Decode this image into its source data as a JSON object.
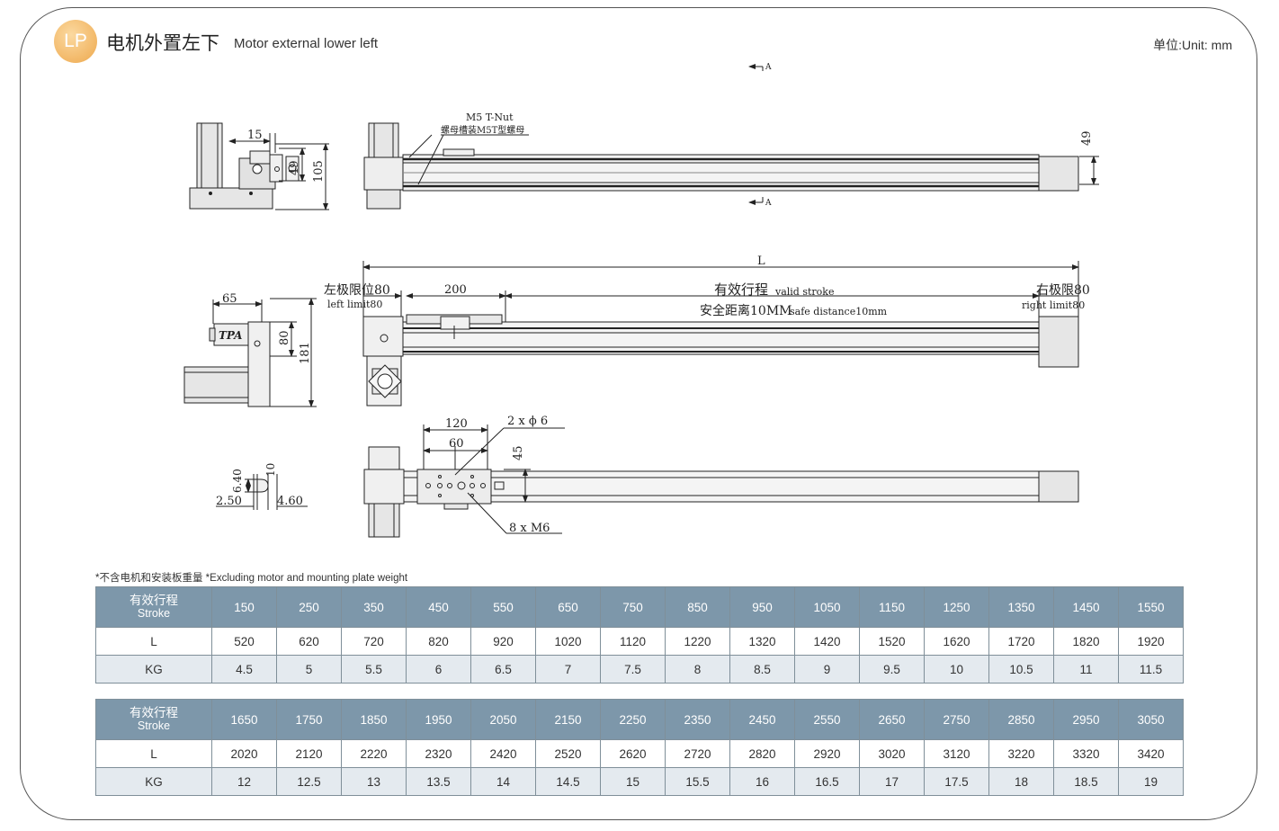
{
  "header": {
    "badge": "LP",
    "title_cn": "电机外置左下",
    "title_en": "Motor external  lower left",
    "unit": "单位:Unit: mm"
  },
  "drawing": {
    "section_marker": "A",
    "tnut_label": "M5 T-Nut",
    "tnut_label_cn": "螺母槽装M5T型螺母",
    "dim_15": "15",
    "dim_49": "49",
    "dim_105": "105",
    "dim_49_right": "49",
    "dim_L": "L",
    "left_limit_cn": "左极限位80",
    "left_limit_en": "left limit80",
    "dim_200": "200",
    "valid_stroke_cn": "有效行程",
    "valid_stroke_en": "valid stroke",
    "safe_distance_cn": "安全距离10MM",
    "safe_distance_en": "safe distance10mm",
    "right_limit_cn": "右极限80",
    "right_limit_en": "right limit80",
    "dim_65": "65",
    "dim_80": "80",
    "dim_181": "181",
    "logo_text": "TPA",
    "dim_120": "120",
    "dim_60": "60",
    "dim_45": "45",
    "holes_label": "2 x ϕ 6",
    "thread_label": "8 x M6",
    "slot_6_40": "6.40",
    "slot_10": "10",
    "slot_2_50": "2.50",
    "slot_4_60": "4.60"
  },
  "note": "*不含电机和安装板重量  *Excluding motor and mounting plate weight",
  "tables": [
    {
      "header_cn": "有效行程",
      "header_en": "Stroke",
      "row_L_label": "L",
      "row_KG_label": "KG",
      "stroke": [
        "150",
        "250",
        "350",
        "450",
        "550",
        "650",
        "750",
        "850",
        "950",
        "1050",
        "1150",
        "1250",
        "1350",
        "1450",
        "1550"
      ],
      "L": [
        "520",
        "620",
        "720",
        "820",
        "920",
        "1020",
        "1120",
        "1220",
        "1320",
        "1420",
        "1520",
        "1620",
        "1720",
        "1820",
        "1920"
      ],
      "KG": [
        "4.5",
        "5",
        "5.5",
        "6",
        "6.5",
        "7",
        "7.5",
        "8",
        "8.5",
        "9",
        "9.5",
        "10",
        "10.5",
        "11",
        "11.5"
      ]
    },
    {
      "header_cn": "有效行程",
      "header_en": "Stroke",
      "row_L_label": "L",
      "row_KG_label": "KG",
      "stroke": [
        "1650",
        "1750",
        "1850",
        "1950",
        "2050",
        "2150",
        "2250",
        "2350",
        "2450",
        "2550",
        "2650",
        "2750",
        "2850",
        "2950",
        "3050"
      ],
      "L": [
        "2020",
        "2120",
        "2220",
        "2320",
        "2420",
        "2520",
        "2620",
        "2720",
        "2820",
        "2920",
        "3020",
        "3120",
        "3220",
        "3320",
        "3420"
      ],
      "KG": [
        "12",
        "12.5",
        "13",
        "13.5",
        "14",
        "14.5",
        "15",
        "15.5",
        "16",
        "16.5",
        "17",
        "17.5",
        "18",
        "18.5",
        "19"
      ]
    }
  ]
}
